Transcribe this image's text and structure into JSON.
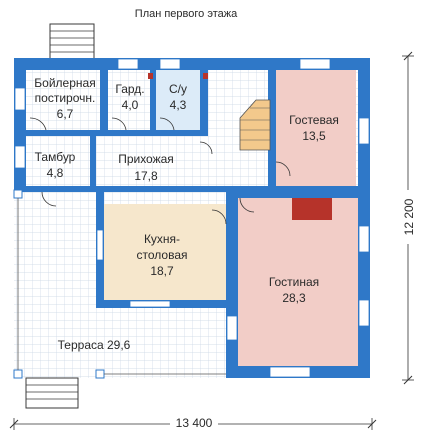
{
  "title": "План первого этажа",
  "rooms": {
    "boiler": {
      "name_line1": "Бойлерная",
      "name_line2": "постирочн.",
      "area": "6,7"
    },
    "wardrobe": {
      "name": "Гард.",
      "area": "4,0"
    },
    "bathroom": {
      "name": "С/у",
      "area": "4,3"
    },
    "guest": {
      "name": "Гостевая",
      "area": "13,5"
    },
    "vestibule": {
      "name": "Тамбур",
      "area": "4,8"
    },
    "hall": {
      "name": "Прихожая",
      "area": "17,8"
    },
    "kitchen": {
      "name_line1": "Кухня-",
      "name_line2": "столовая",
      "area": "18,7"
    },
    "living": {
      "name": "Гостиная",
      "area": "28,3"
    },
    "terrace": {
      "label": "Терраса 29,6"
    }
  },
  "dimensions": {
    "width": "13 400",
    "height": "12 200"
  },
  "colors": {
    "wall": "#2f78c8",
    "room_fill": "#f2cdc7",
    "kitchen_fill": "#f6e7cc",
    "bath_fill": "#dcebf8",
    "grid": "#c9d5e4",
    "fireplace": "#b6332a",
    "stairs": "#f3c98c",
    "window": "#ffffff"
  }
}
